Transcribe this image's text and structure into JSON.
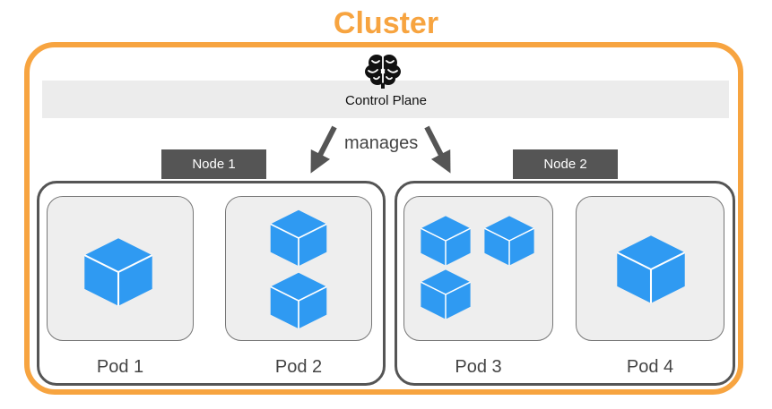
{
  "cluster": {
    "title": "Cluster",
    "accent_color": "#F7A440"
  },
  "control_plane": {
    "label": "Control Plane",
    "icon": "brain-icon"
  },
  "relation": {
    "label": "manages"
  },
  "nodes": [
    {
      "label": "Node 1",
      "pods": [
        {
          "label": "Pod 1",
          "containers": 1
        },
        {
          "label": "Pod 2",
          "containers": 2
        }
      ]
    },
    {
      "label": "Node 2",
      "pods": [
        {
          "label": "Pod 3",
          "containers": 3
        },
        {
          "label": "Pod 4",
          "containers": 1
        }
      ]
    }
  ],
  "colors": {
    "node_border": "#555555",
    "pod_background": "#eeeeee",
    "container_cube": "#2F9AF2"
  }
}
